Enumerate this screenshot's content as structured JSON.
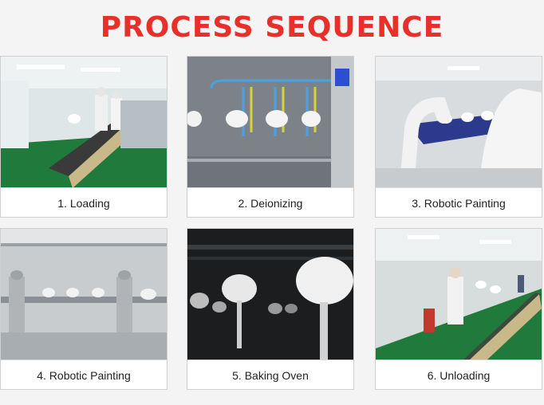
{
  "title": "PROCESS SEQUENCE",
  "steps": [
    {
      "label": "1. Loading"
    },
    {
      "label": "2. Deionizing"
    },
    {
      "label": "3. Robotic Painting"
    },
    {
      "label": "4. Robotic Painting"
    },
    {
      "label": "5. Baking Oven"
    },
    {
      "label": "6. Unloading"
    }
  ],
  "colors": {
    "title": "#e8302a",
    "floor": "#1f7a3c",
    "conveyor": "#2b3a8c"
  }
}
